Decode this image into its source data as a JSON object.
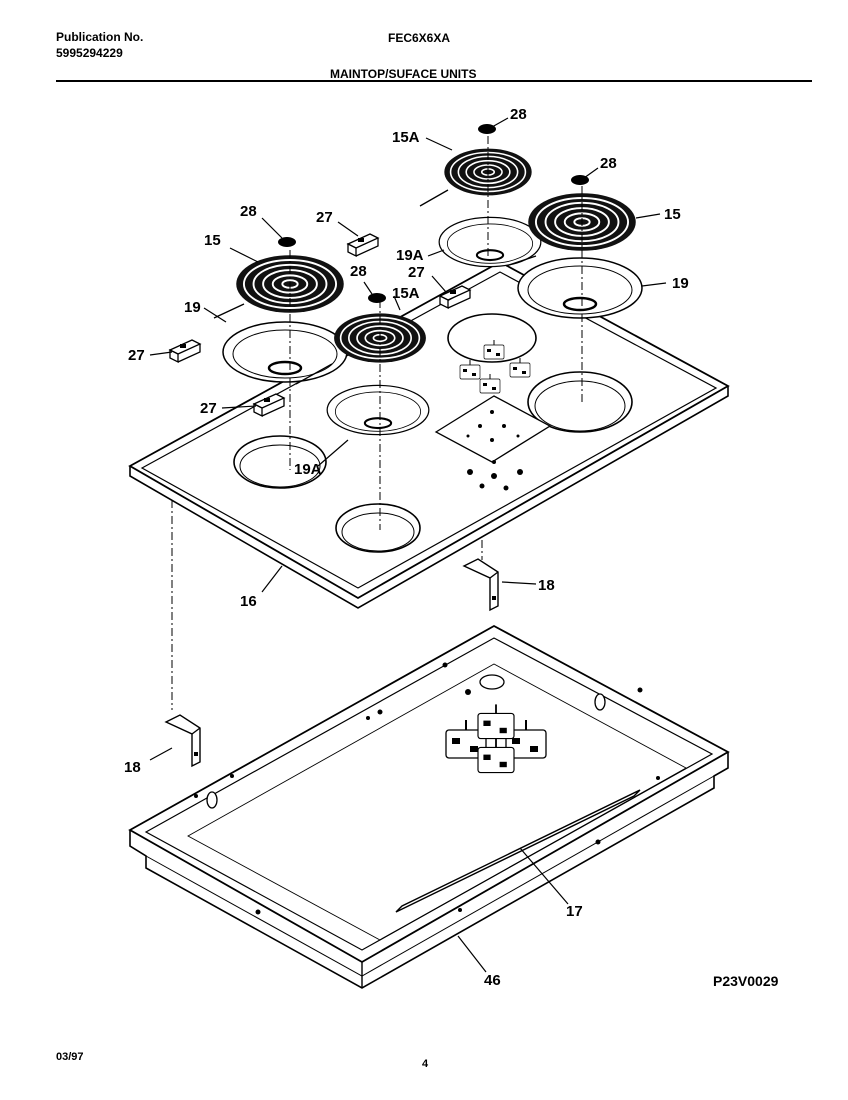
{
  "header": {
    "publication_label": "Publication No.",
    "publication_number": "5995294229",
    "model": "FEC6X6XA",
    "section_title": "MAINTOP/SUFACE UNITS"
  },
  "footer": {
    "date": "03/97",
    "page": "4",
    "drawing_code": "P23V0029"
  },
  "callouts": {
    "c28a": "28",
    "c15a_top": "15A",
    "c28b": "28",
    "c15_right": "15",
    "c28c": "28",
    "c27a": "27",
    "c15_left": "15",
    "c19a_top": "19A",
    "c27b": "27",
    "c28d": "28",
    "c15a_mid": "15A",
    "c19_right": "19",
    "c19_left": "19",
    "c27c": "27",
    "c27d": "27",
    "c19a_bottom": "19A",
    "c16": "16",
    "c18_upper": "18",
    "c18_lower": "18",
    "c17": "17",
    "c46": "46"
  }
}
